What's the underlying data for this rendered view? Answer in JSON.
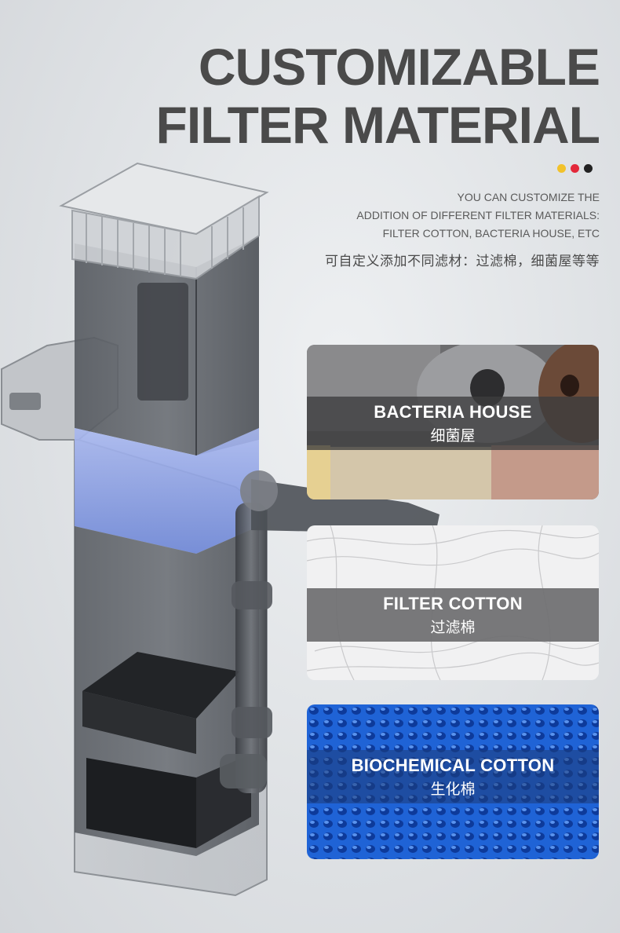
{
  "headline": {
    "line1": "CUSTOMIZABLE",
    "line2": "FILTER MATERIAL"
  },
  "dot_colors": [
    "#f2c22b",
    "#e3283a",
    "#222222"
  ],
  "subtitle": {
    "line1": "YOU CAN CUSTOMIZE THE",
    "line2": "ADDITION OF DIFFERENT FILTER MATERIALS:",
    "line3": "FILTER COTTON, BACTERIA HOUSE, ETC"
  },
  "subtitle_cn": "可自定义添加不同滤材：过滤棉，细菌屋等等",
  "cards": [
    {
      "title": "BACTERIA HOUSE",
      "subtitle": "细菌屋"
    },
    {
      "title": "FILTER COTTON",
      "subtitle": "过滤棉"
    },
    {
      "title": "BIOCHEMICAL COTTON",
      "subtitle": "生化棉"
    }
  ],
  "colors": {
    "accent_blue": "#6f88d8",
    "media_blue": "#1f63d6",
    "title_gray": "#4a4a4a"
  }
}
